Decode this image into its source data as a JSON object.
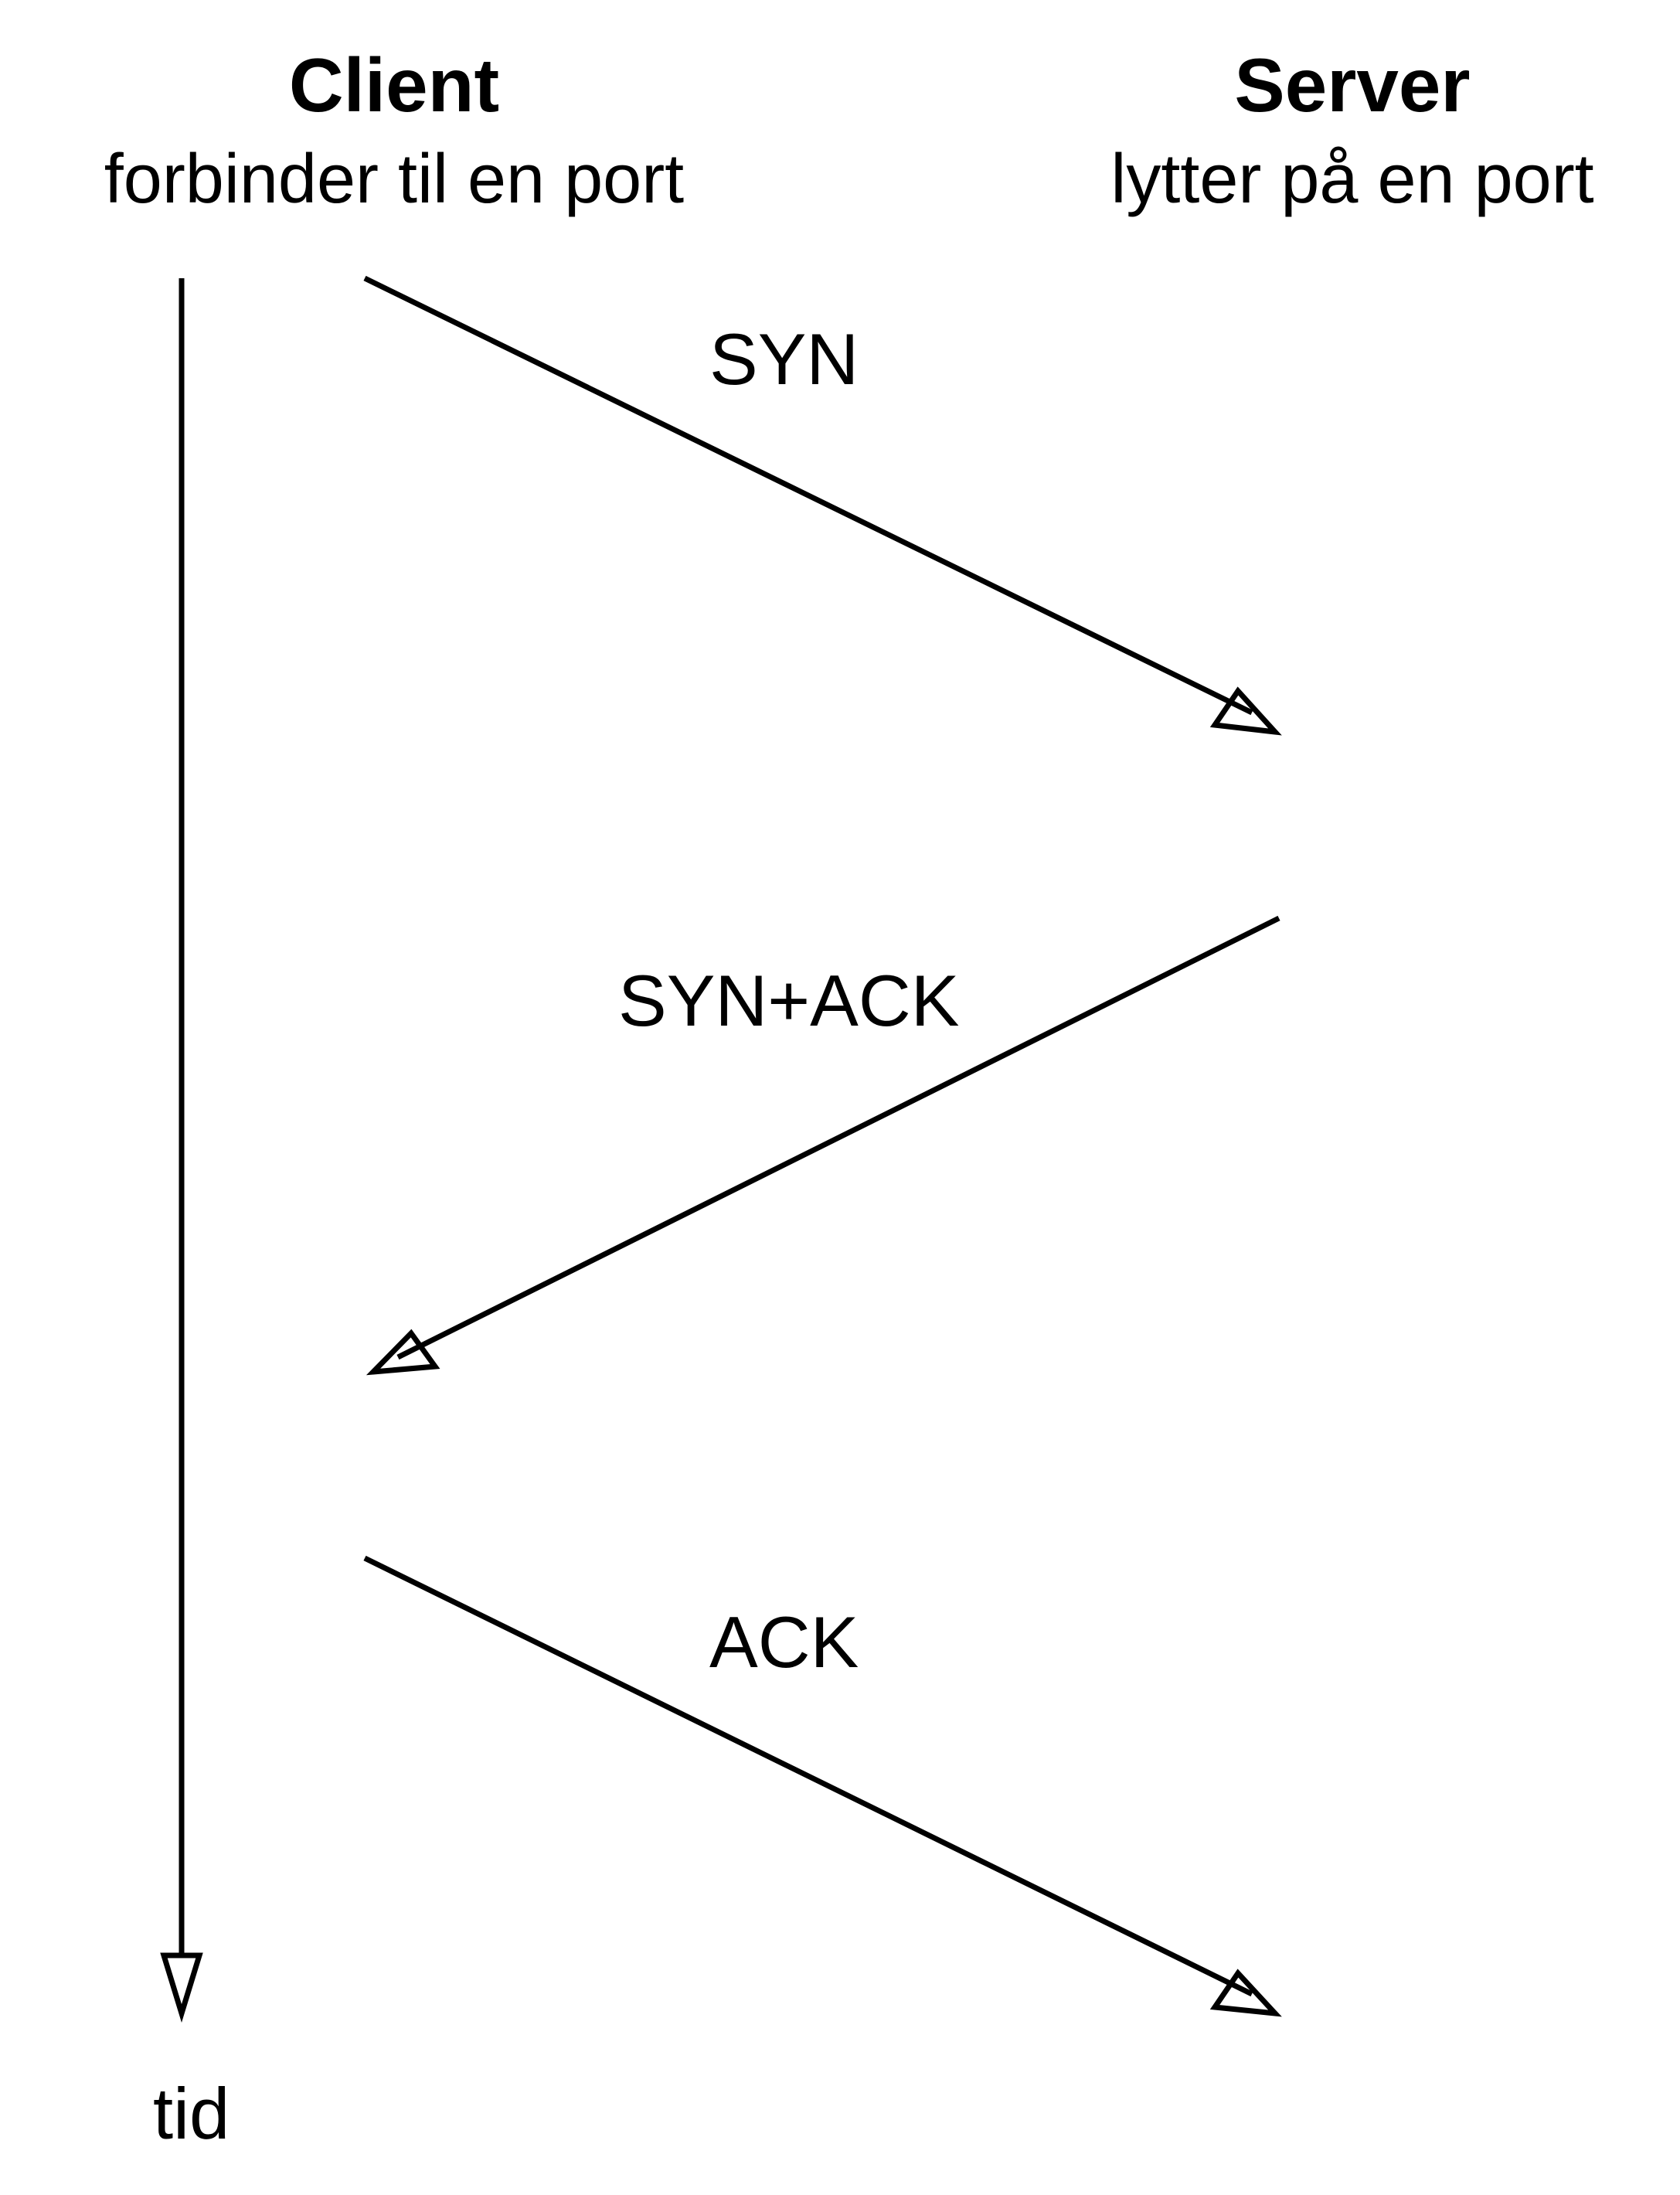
{
  "client": {
    "title": "Client",
    "subtitle": "forbinder til en port"
  },
  "server": {
    "title": "Server",
    "subtitle": "lytter på en port"
  },
  "messages": [
    {
      "label": "SYN",
      "from": "client",
      "to": "server"
    },
    {
      "label": "SYN+ACK",
      "from": "server",
      "to": "client"
    },
    {
      "label": "ACK",
      "from": "client",
      "to": "server"
    }
  ],
  "time_axis": {
    "label": "tid"
  },
  "colors": {
    "stroke": "#000000",
    "background": "#ffffff"
  }
}
